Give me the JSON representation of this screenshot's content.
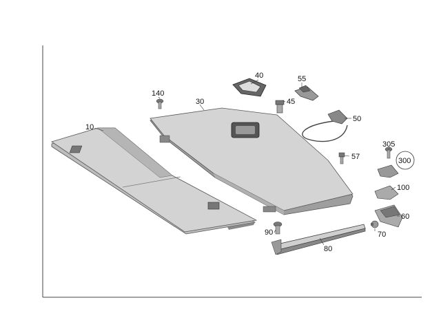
{
  "diagram": {
    "callouts": {
      "c10": "10",
      "c30": "30",
      "c40": "40",
      "c45": "45",
      "c50": "50",
      "c55": "55",
      "c57": "57",
      "c60": "60",
      "c70": "70",
      "c80": "80",
      "c90": "90",
      "c100": "100",
      "c140": "140",
      "c300": "300",
      "c305": "305"
    }
  },
  "colors": {
    "panel_fill": "#c9c9c9",
    "panel_dark": "#8a8a8a",
    "panel_edge": "#555555",
    "frame": "#444444"
  }
}
